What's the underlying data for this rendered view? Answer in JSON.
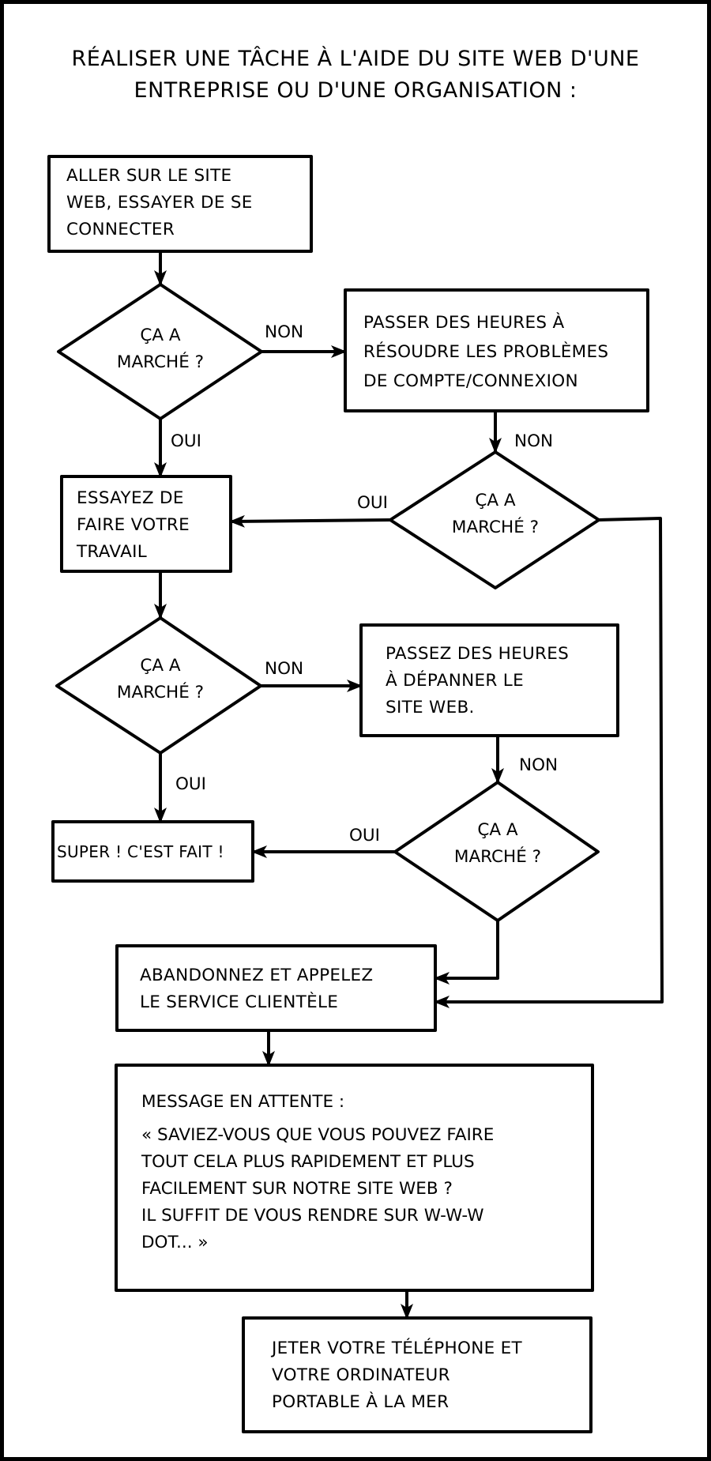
{
  "title": {
    "line1": "RÉALISER UNE TÂCHE À L'AIDE DU SITE WEB D'UNE",
    "line2": "ENTREPRISE OU D'UNE ORGANISATION :"
  },
  "nodes": {
    "login": {
      "type": "process",
      "lines": [
        "ALLER SUR LE SITE",
        "WEB, ESSAYER DE SE",
        "CONNECTER"
      ]
    },
    "decision1": {
      "type": "decision",
      "lines": [
        "ÇA A",
        "MARCHÉ ?"
      ]
    },
    "fix_account": {
      "type": "process",
      "lines": [
        "PASSER DES HEURES À",
        "RÉSOUDRE LES PROBLÈMES",
        "DE COMPTE/CONNEXION"
      ]
    },
    "decision2": {
      "type": "decision",
      "lines": [
        "ÇA A",
        "MARCHÉ ?"
      ]
    },
    "do_work": {
      "type": "process",
      "lines": [
        "ESSAYEZ DE",
        "FAIRE VOTRE",
        "TRAVAIL"
      ]
    },
    "decision3": {
      "type": "decision",
      "lines": [
        "ÇA A",
        "MARCHÉ ?"
      ]
    },
    "debug_site": {
      "type": "process",
      "lines": [
        "PASSEZ DES HEURES",
        "À DÉPANNER LE",
        "SITE WEB."
      ]
    },
    "done": {
      "type": "process",
      "lines": [
        "SUPER ! C'EST FAIT !"
      ]
    },
    "decision4": {
      "type": "decision",
      "lines": [
        "ÇA A",
        "MARCHÉ ?"
      ]
    },
    "call_support": {
      "type": "process",
      "lines": [
        "ABANDONNEZ ET APPELEZ",
        "LE SERVICE CLIENTÈLE"
      ]
    },
    "hold_message": {
      "type": "process",
      "header": "MESSAGE EN ATTENTE :",
      "lines": [
        "« SAVIEZ-VOUS QUE VOUS POUVEZ FAIRE",
        "TOUT CELA PLUS RAPIDEMENT ET PLUS",
        "FACILEMENT SUR NOTRE SITE WEB ?",
        "IL SUFFIT DE VOUS RENDRE SUR W-W-W",
        "DOT... »"
      ]
    },
    "throw_devices": {
      "type": "process",
      "lines": [
        "JETER VOTRE TÉLÉPHONE ET",
        "VOTRE ORDINATEUR",
        "PORTABLE À LA MER"
      ]
    }
  },
  "edge_labels": {
    "d1_no": "NON",
    "d1_yes": "OUI",
    "fix_no": "NON",
    "d2_yes": "OUI",
    "d3_no": "NON",
    "d3_yes": "OUI",
    "debug_no": "NON",
    "d4_yes": "OUI"
  },
  "edges": [
    {
      "from": "login",
      "to": "decision1"
    },
    {
      "from": "decision1",
      "to": "fix_account",
      "label": "NON"
    },
    {
      "from": "decision1",
      "to": "do_work",
      "label": "OUI"
    },
    {
      "from": "fix_account",
      "to": "decision2",
      "label": "NON"
    },
    {
      "from": "decision2",
      "to": "do_work",
      "label": "OUI"
    },
    {
      "from": "decision2",
      "to": "call_support"
    },
    {
      "from": "do_work",
      "to": "decision3"
    },
    {
      "from": "decision3",
      "to": "debug_site",
      "label": "NON"
    },
    {
      "from": "decision3",
      "to": "done",
      "label": "OUI"
    },
    {
      "from": "debug_site",
      "to": "decision4",
      "label": "NON"
    },
    {
      "from": "decision4",
      "to": "done",
      "label": "OUI"
    },
    {
      "from": "decision4",
      "to": "call_support"
    },
    {
      "from": "call_support",
      "to": "hold_message"
    },
    {
      "from": "hold_message",
      "to": "throw_devices"
    }
  ]
}
